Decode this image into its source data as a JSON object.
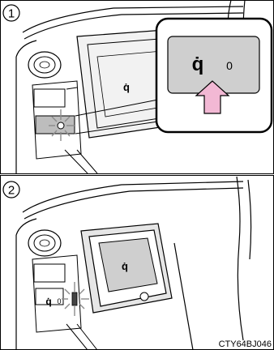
{
  "panels": [
    {
      "step": "1",
      "charger_glyph": "qi",
      "callout_button_icon": "qi",
      "callout_button_indicator": "0",
      "press_arrow_color": "#f2b8d4"
    },
    {
      "step": "2",
      "charger_glyph": "qi",
      "switch_icon": "qi",
      "switch_indicator": "0",
      "charger_pad_color": "#cfcfcf"
    }
  ],
  "figure_code": "CTY64BJ046",
  "colors": {
    "line": "#000000",
    "panel_gray": "#c8c8c8",
    "dark_gray": "#555555",
    "glow": "#9a9a9a",
    "arrow": "#f2b8d4"
  }
}
